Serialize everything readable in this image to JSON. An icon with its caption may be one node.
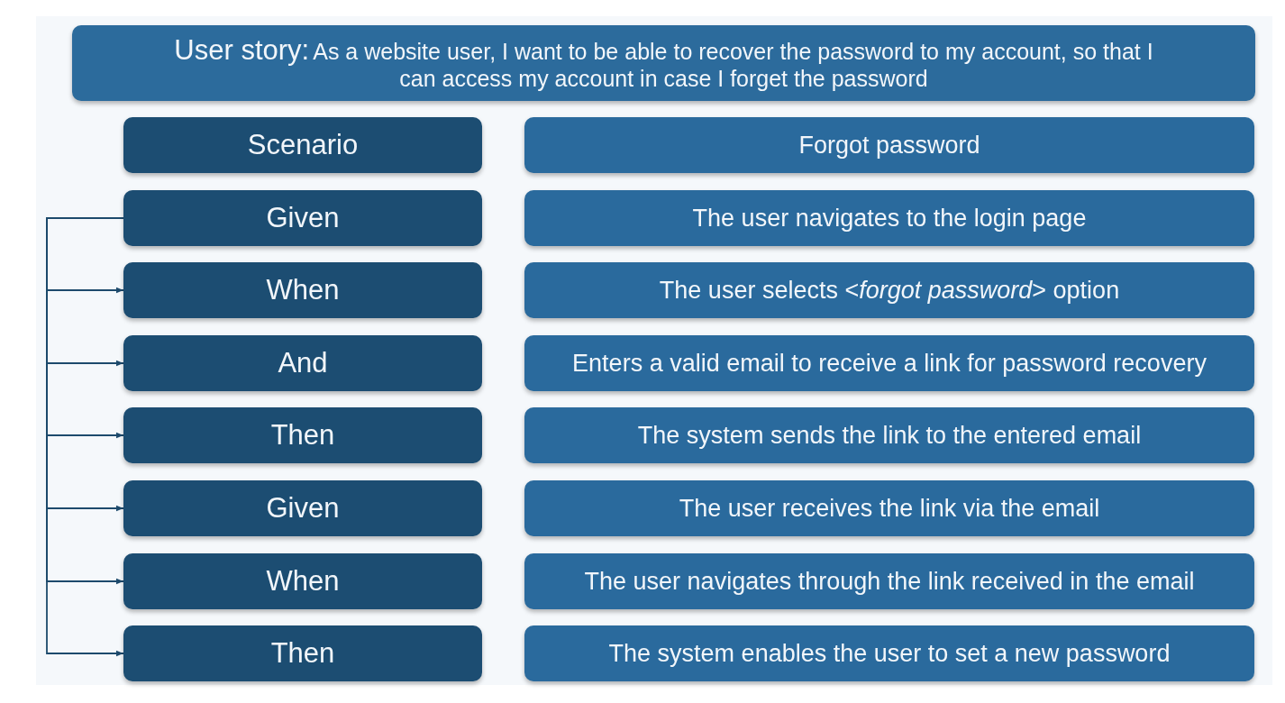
{
  "diagram": {
    "nodes": [
      {
        "text": [
          "User story:",
          "As a website user, I want to be able to recover the password to my account, so that I can access my account in case I forget the password"
        ]
      },
      {
        "text": [
          "Scenario"
        ]
      },
      {
        "text": [
          "Forgot password"
        ]
      },
      {
        "text": [
          "Given"
        ]
      },
      {
        "text": [
          "The user navigates to the login page"
        ]
      },
      {
        "text": [
          "When"
        ]
      },
      {
        "text": [
          "The user selects <*forgot password*> option"
        ]
      },
      {
        "text": [
          "And"
        ]
      },
      {
        "text": [
          "Enters a valid email to receive a link for password recovery"
        ]
      },
      {
        "text": [
          "Then"
        ]
      },
      {
        "text": [
          "The system sends the link to the entered email"
        ]
      },
      {
        "text": [
          "Given"
        ]
      },
      {
        "text": [
          "The user receives the link via the email"
        ]
      },
      {
        "text": [
          "When"
        ]
      },
      {
        "text": [
          "The user navigates through the link received in the email"
        ]
      },
      {
        "text": [
          "Then"
        ]
      },
      {
        "text": [
          "The system enables the user to set a new password"
        ]
      }
    ],
    "edges": [
      {
        "from": 3,
        "to": 5,
        "arrow": "to"
      },
      {
        "from": 3,
        "to": 7,
        "arrow": "to"
      },
      {
        "from": 3,
        "to": 9,
        "arrow": "to"
      },
      {
        "from": 3,
        "to": 11,
        "arrow": "to"
      },
      {
        "from": 3,
        "to": 13,
        "arrow": "to"
      },
      {
        "from": 3,
        "to": 15,
        "arrow": "to"
      }
    ]
  }
}
